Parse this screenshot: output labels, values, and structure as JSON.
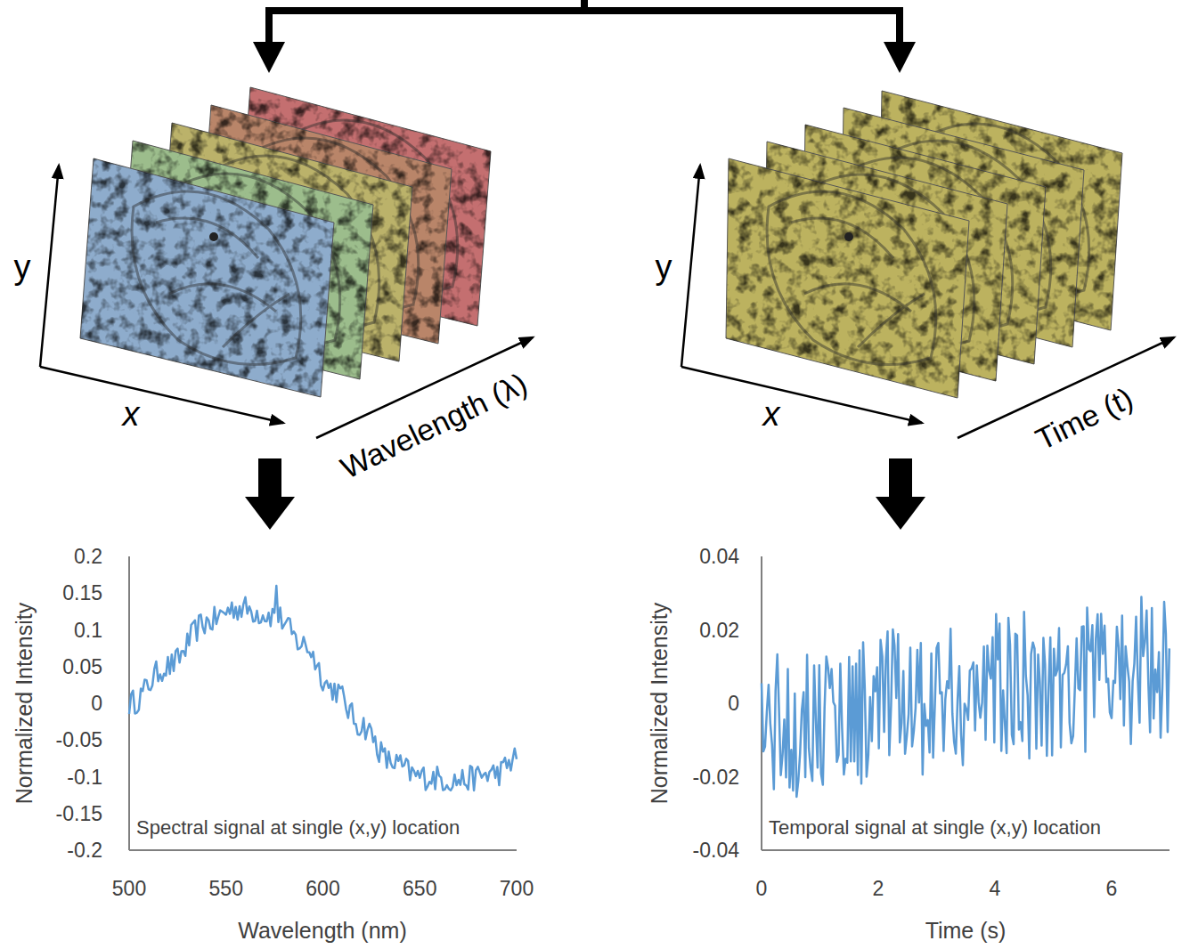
{
  "diagram": {
    "labels": [
      "y",
      "x",
      "Wavelength (λ)",
      "y",
      "x",
      "Time (t)",
      "0.2",
      "0.15",
      "0.1",
      "0.05",
      "0",
      "-0.05",
      "-0.1",
      "-0.15",
      "-0.2",
      "Normalized Intensity",
      "Spectral signal at single (x,y) location",
      "500",
      "550",
      "600",
      "650",
      "700",
      "Wavelength (nm)",
      "0.04",
      "0.02",
      "0",
      "-0.02",
      "-0.04",
      "Normalized Intensity",
      "Temporal signal at single (x,y) location",
      "0",
      "2",
      "4",
      "6",
      "Time (s)"
    ]
  }
}
